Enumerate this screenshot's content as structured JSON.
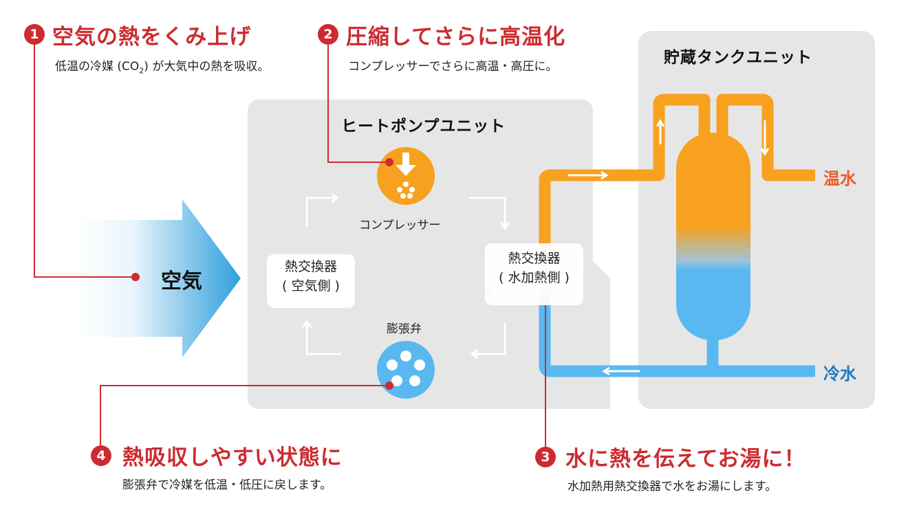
{
  "steps": [
    {
      "number": "1",
      "title": "空気の熱をくみ上げ",
      "desc_pre": "低温の冷媒 (CO",
      "desc_sub": "2",
      "desc_post": ") が大気中の熱を吸収。"
    },
    {
      "number": "2",
      "title": "圧縮してさらに高温化",
      "desc": "コンプレッサーでさらに高温・高圧に。"
    },
    {
      "number": "3",
      "title": "水に熱を伝えてお湯に！",
      "desc": "水加熱用熱交換器で水をお湯にします。"
    },
    {
      "number": "4",
      "title": "熱吸収しやすい状態に",
      "desc": "膨張弁で冷媒を低温・低圧に戻します。"
    }
  ],
  "units": {
    "heat_pump": "ヒートポンプユニット",
    "storage_tank": "貯蔵タンクユニット"
  },
  "components": {
    "compressor": "コンプレッサー",
    "expansion_valve": "膨張弁",
    "hx_air_line1": "熱交換器",
    "hx_air_line2": "( 空気側 )",
    "hx_water_line1": "熱交換器",
    "hx_water_line2": "( 水加熱側 )"
  },
  "labels": {
    "air": "空気",
    "hot_water": "温水",
    "cold_water": "冷水"
  },
  "colors": {
    "accent_red": "#cc2b2f",
    "hot_orange": "#f7a11f",
    "deep_orange": "#ee5a24",
    "cold_blue": "#5ab8f0",
    "cold_label_blue": "#1b78c4",
    "panel_gray": "#e6e6e6"
  }
}
